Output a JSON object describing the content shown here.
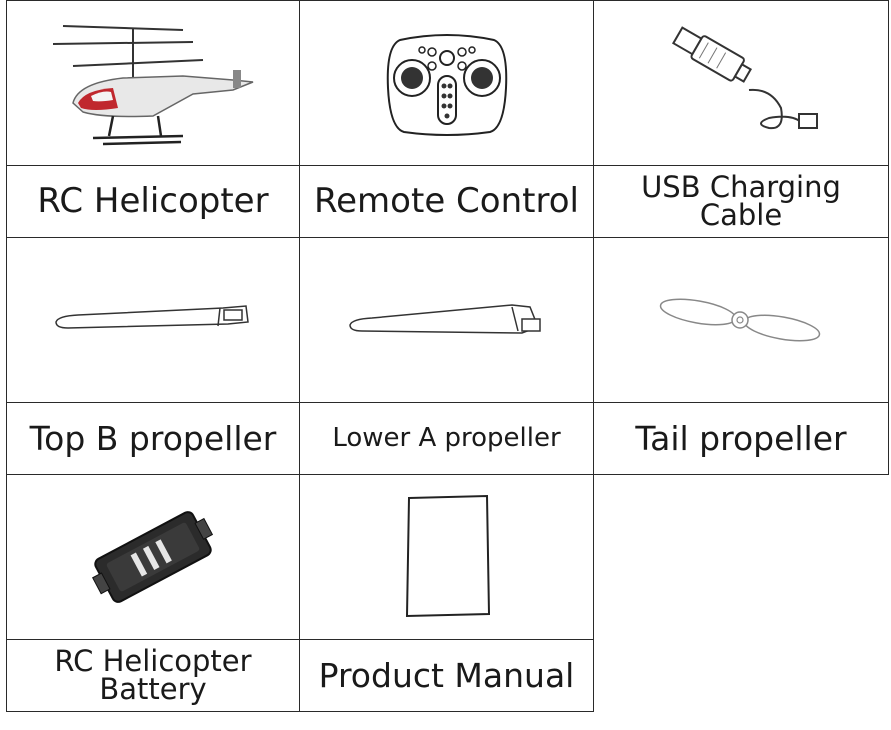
{
  "items": [
    {
      "label": "RC Helicopter",
      "icon": "helicopter-icon"
    },
    {
      "label": "Remote Control",
      "icon": "remote-control-icon"
    },
    {
      "label_line1": "USB Charging",
      "label_line2": "Cable",
      "icon": "usb-cable-icon"
    },
    {
      "label": "Top B propeller",
      "icon": "top-propeller-icon"
    },
    {
      "label": "Lower A propeller",
      "icon": "lower-propeller-icon"
    },
    {
      "label": "Tail propeller",
      "icon": "tail-propeller-icon"
    },
    {
      "label_line1": "RC Helicopter",
      "label_line2": "Battery",
      "icon": "battery-icon"
    },
    {
      "label": "Product Manual",
      "icon": "manual-icon"
    }
  ],
  "colors": {
    "border": "#2a2a2a",
    "helicopter_accent": "#c0282e"
  }
}
